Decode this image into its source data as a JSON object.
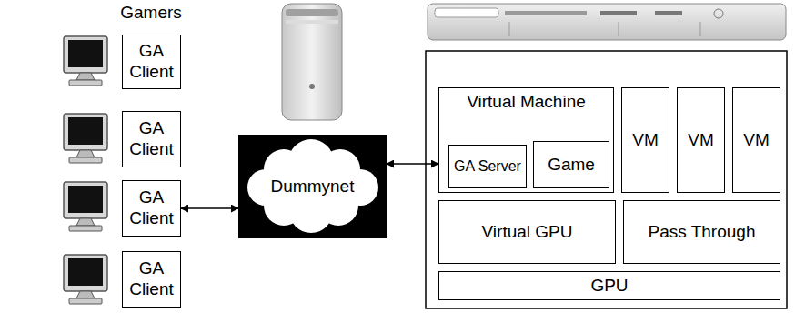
{
  "diagram": {
    "nodes": [
      {
        "text": [
          "GA Client"
        ]
      },
      {
        "text": [
          "GA Client"
        ]
      },
      {
        "text": [
          "GA Client"
        ]
      },
      {
        "text": [
          "GA Client"
        ]
      },
      {
        "text": [
          "Dummynet"
        ]
      },
      {
        "text": [
          "Virtual Machine"
        ]
      },
      {
        "text": [
          "GA Server"
        ],
        "in": 5
      },
      {
        "text": [
          "Game"
        ],
        "in": 5
      },
      {
        "text": [
          "VM"
        ]
      },
      {
        "text": [
          "VM"
        ]
      },
      {
        "text": [
          "VM"
        ]
      },
      {
        "text": [
          "Virtual GPU"
        ]
      },
      {
        "text": [
          "Pass Through"
        ]
      },
      {
        "text": [
          "GPU"
        ]
      }
    ],
    "edges": [
      {
        "from": 2,
        "to": 4,
        "arrow": "both"
      },
      {
        "from": 4,
        "to": 5,
        "arrow": "both"
      }
    ],
    "labels": [
      "Gamers"
    ]
  }
}
